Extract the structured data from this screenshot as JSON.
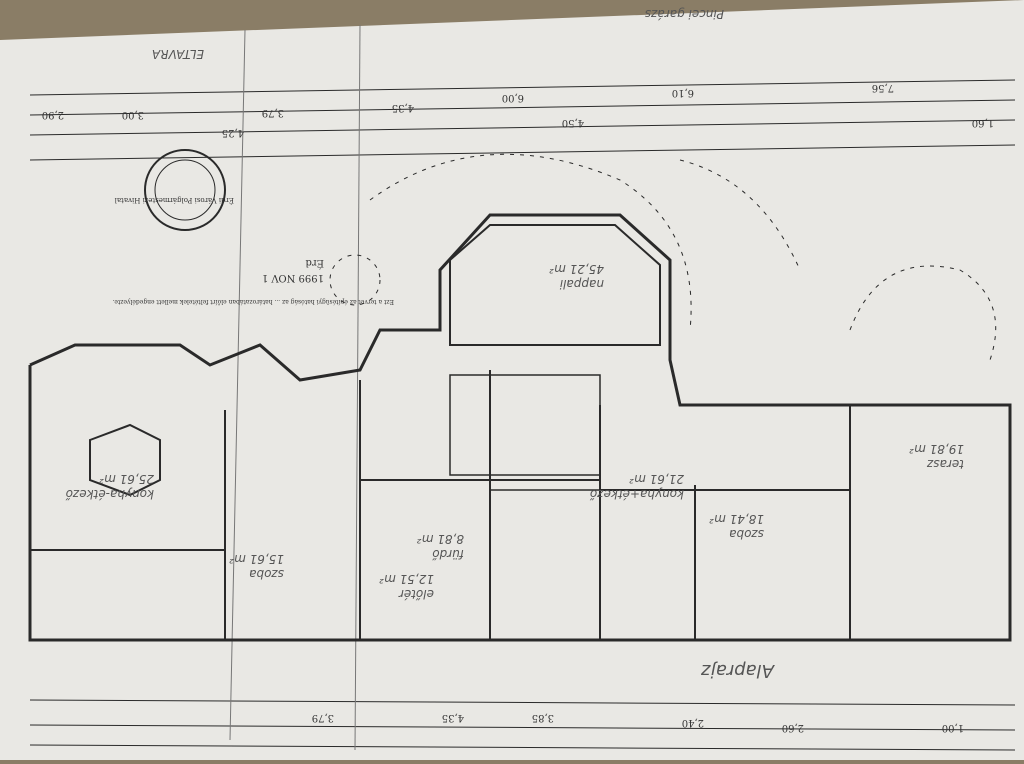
{
  "document": {
    "type": "floor plan (photographed, upside down)",
    "header_note": "ELTAVRA",
    "top_note": "Pincei garázs",
    "footer_label": "Alaprajz",
    "stamp": {
      "authority": "Érdi Városi Polgármesteri Hivatal",
      "approval_text": "Ezt a tervet az építésügyi hatóság az ... határozatában előírt feltételek mellett engedélyezte.",
      "place": "Érd",
      "date": "1999 NOV 1"
    },
    "rooms": [
      {
        "name": "konyha-étkező",
        "area": "25,61 m²"
      },
      {
        "name": "szoba",
        "area": "15,61 m²"
      },
      {
        "name": "fürdő",
        "area": "8,81 m²"
      },
      {
        "name": "előtér",
        "area": "12,51 m²"
      },
      {
        "name": "nappali",
        "area": "45,21 m²"
      },
      {
        "name": "szoba",
        "area": "18,41 m²"
      },
      {
        "name": "konyha+étkező",
        "area": "21,61 m²"
      },
      {
        "name": "terasz",
        "area": "19,81 m²"
      }
    ],
    "dimensions_top": [
      "2,90",
      "3,00",
      "4,25",
      "3,79",
      "4,35",
      "6,00",
      "4,50",
      "6,10",
      "7,56",
      "1,60"
    ],
    "dimensions_bottom": [
      "3,79",
      "4,35",
      "3,85",
      "2,40",
      "2,60",
      "1,00"
    ]
  }
}
